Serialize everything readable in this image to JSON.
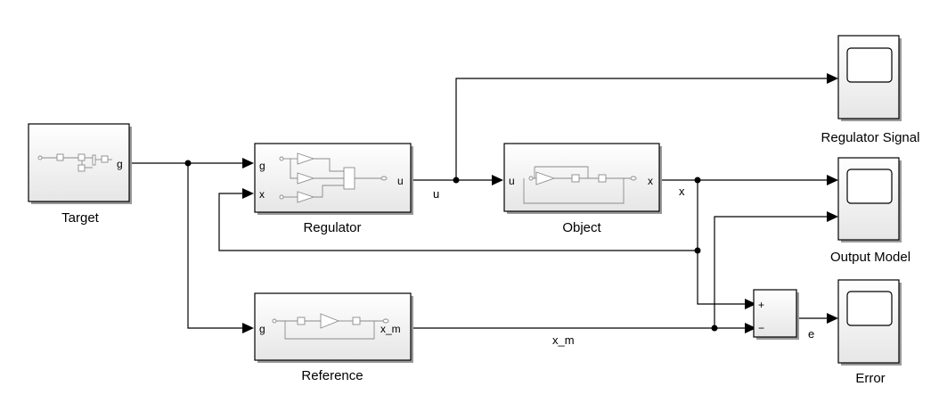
{
  "blocks": {
    "target": {
      "name": "Target",
      "out_port": "g"
    },
    "regulator": {
      "name": "Regulator",
      "in_ports": [
        "g",
        "x"
      ],
      "out_port": "u"
    },
    "object": {
      "name": "Object",
      "in_port": "u",
      "out_port": "x"
    },
    "reference": {
      "name": "Reference",
      "in_port": "g",
      "out_port": "x_m"
    },
    "sum": {
      "plus": "+",
      "minus": "−"
    },
    "scopes": {
      "regulator_signal": "Regulator Signal",
      "output_model": "Output Model",
      "error": "Error"
    }
  },
  "signals": {
    "u": "u",
    "x": "x",
    "x_m": "x_m",
    "e": "e"
  }
}
